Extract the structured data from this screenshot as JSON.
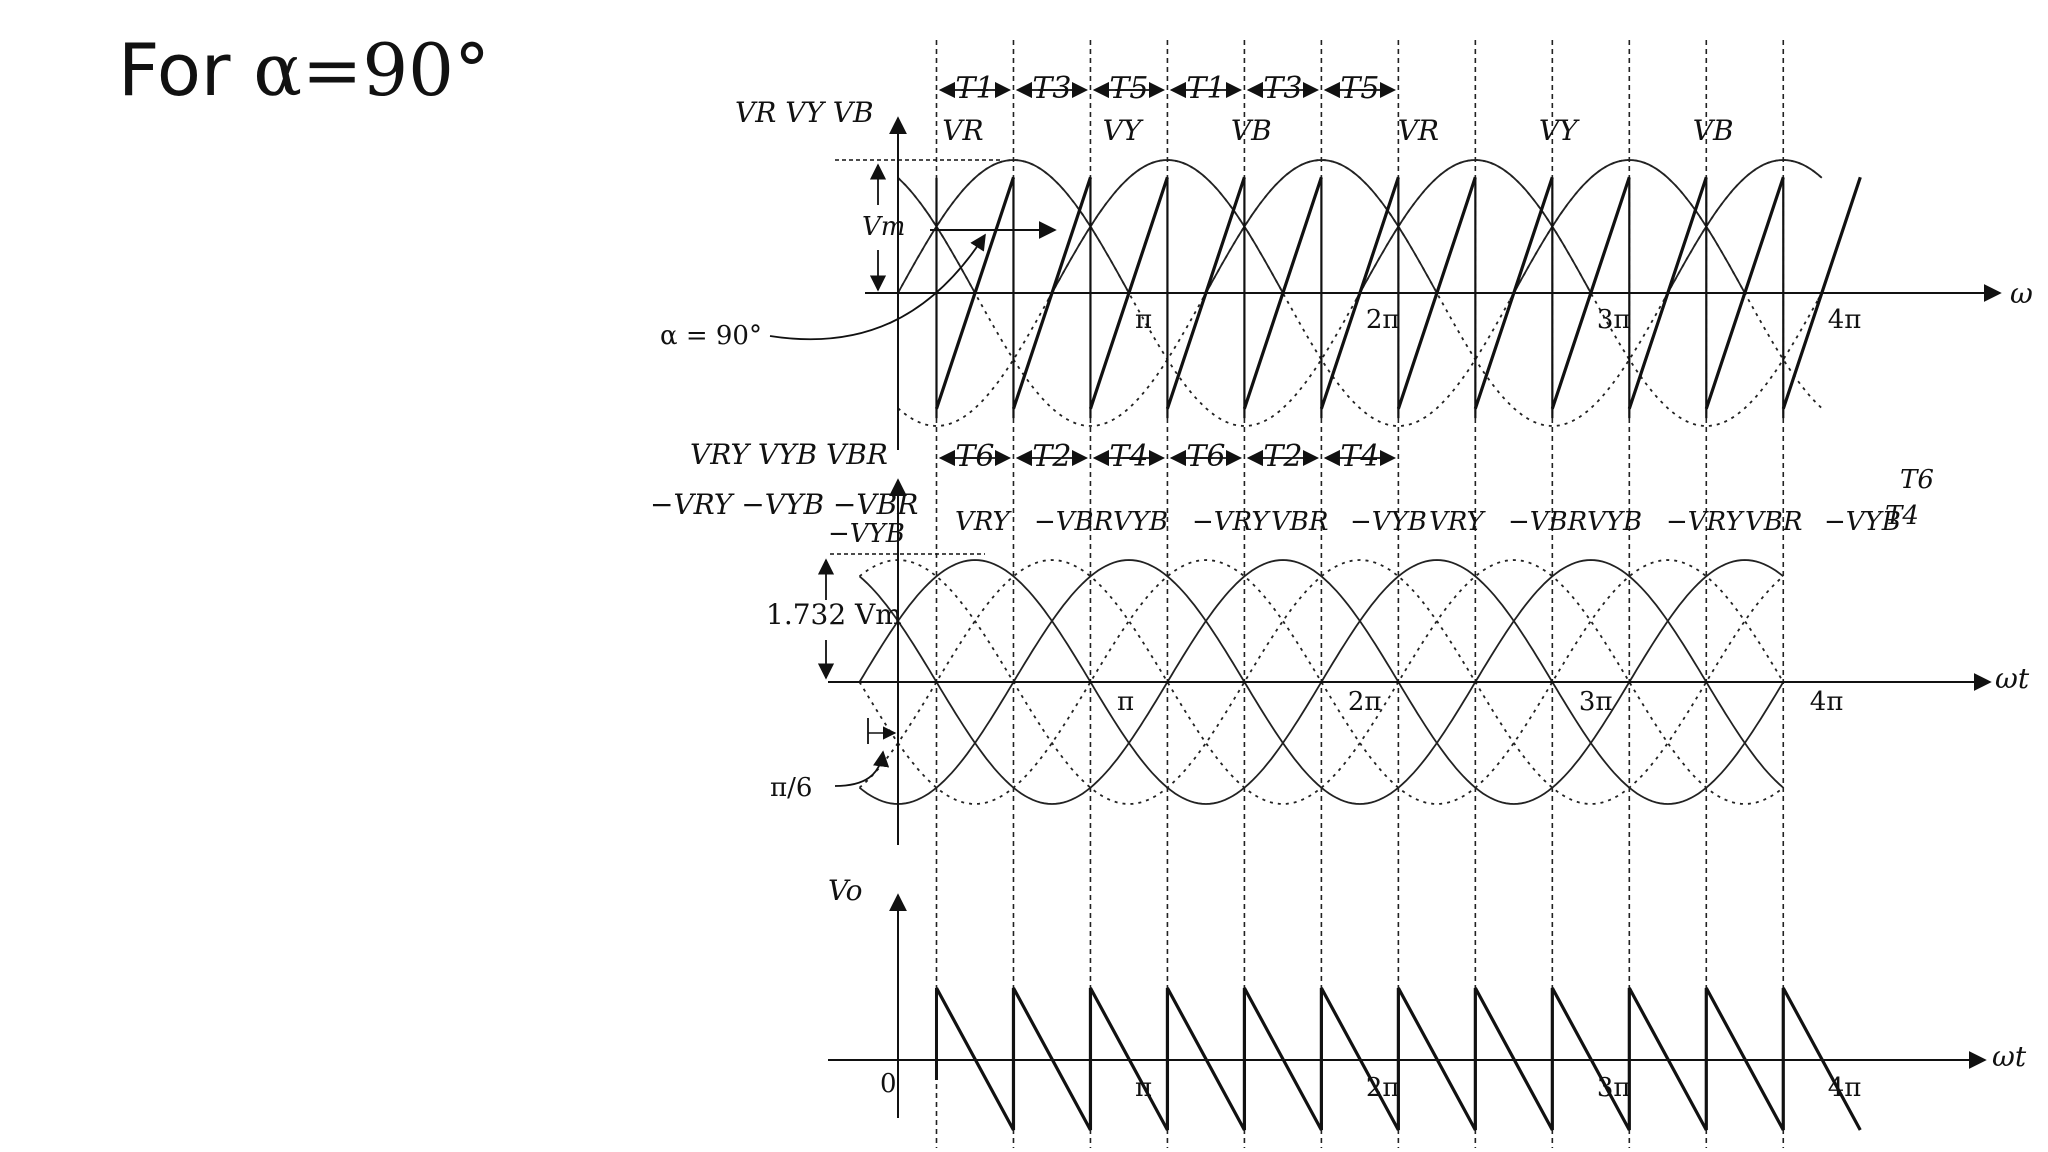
{
  "title": {
    "prefix": "For ",
    "alpha": "α=90°"
  },
  "panel1": {
    "y_label": "VR  VY VB",
    "amplitude_label": "Vm",
    "angle_label": "α = 90°",
    "axis_label": "ω",
    "pi_labels": [
      "π",
      "2π",
      "3π",
      "4π"
    ],
    "phase_labels": [
      "VR",
      "VY",
      "VB",
      "VR",
      "VY",
      "VB"
    ],
    "thyristor_labels": [
      "T1",
      "T3",
      "T5",
      "T1",
      "T3",
      "T5"
    ]
  },
  "panel2": {
    "y_label_1": "VRY  VYB VBR",
    "y_label_2": "−VRY −VYB −VBR",
    "first_label": "−VYB",
    "amplitude_label": "1.732 Vm",
    "shift_label": "π/6",
    "axis_label": "ωt",
    "pi_labels": [
      "π",
      "2π",
      "3π",
      "4π"
    ],
    "line_labels": [
      "VRY",
      "−VBR",
      "VYB",
      "−VRY",
      "VBR",
      "−VYB",
      "VRY",
      "−VBR",
      "VYB",
      "−VRY",
      "VBR",
      "−VYB"
    ],
    "thyristor_labels": [
      "T6",
      "T2",
      "T4",
      "T6",
      "T2",
      "T4",
      "T6",
      "T4"
    ]
  },
  "panel3": {
    "y_label": "Vo",
    "axis_label": "ωt",
    "zero_label": "0",
    "pi_labels": [
      "π",
      "2π",
      "3π",
      "4π"
    ]
  }
}
